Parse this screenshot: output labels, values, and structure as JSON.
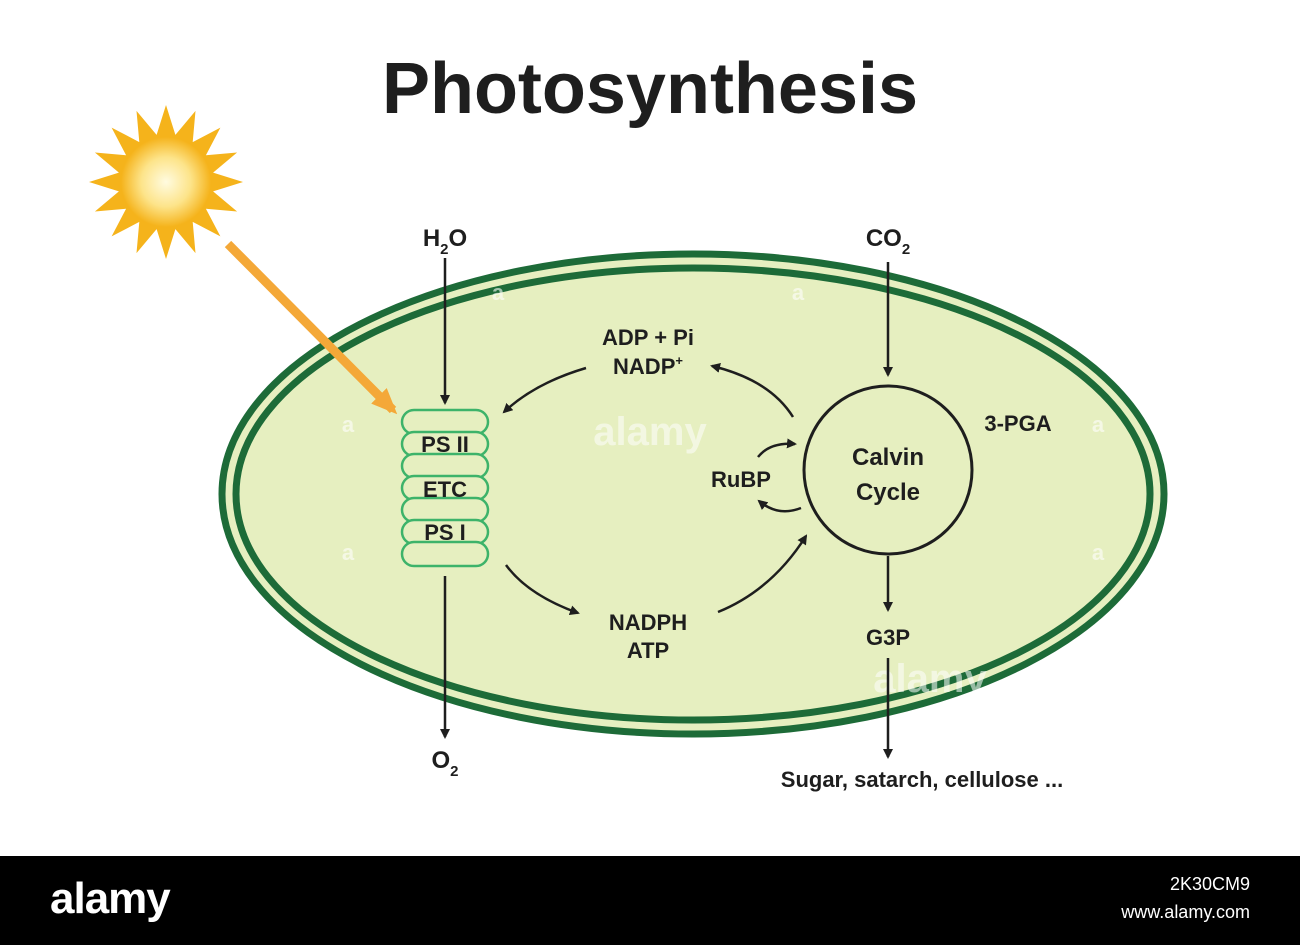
{
  "title": "Photosynthesis",
  "inputs": {
    "water_main": "H",
    "water_sub": "2",
    "water_tail": "O",
    "co2_main": "CO",
    "co2_sub": "2"
  },
  "outputs": {
    "oxygen_main": "O",
    "oxygen_sub": "2",
    "products": "Sugar, satarch, cellulose ..."
  },
  "thylakoid": {
    "ps2": "PS II",
    "etc": "ETC",
    "ps1": "PS I"
  },
  "cycle_labels": {
    "adp_pi": "ADP + Pi",
    "nadp_main": "NADP",
    "nadp_sup": "+",
    "nadph": "NADPH",
    "atp": "ATP",
    "rubp": "RuBP",
    "pga": "3-PGA",
    "g3p": "G3P",
    "calvin_line1": "Calvin",
    "calvin_line2": "Cycle"
  },
  "watermark": {
    "text": "alamy",
    "letter": "a"
  },
  "footer": {
    "logo": "alamy",
    "image_id": "2K30CM9",
    "site": "www.alamy.com"
  },
  "colors": {
    "chloroplast_fill": "#e6efc0",
    "membrane": "#1d6b38",
    "thylakoid": "#3db36a",
    "sun": "#f5b31b",
    "light_arrow": "#f4a838",
    "arrow": "#1e1e1e"
  }
}
